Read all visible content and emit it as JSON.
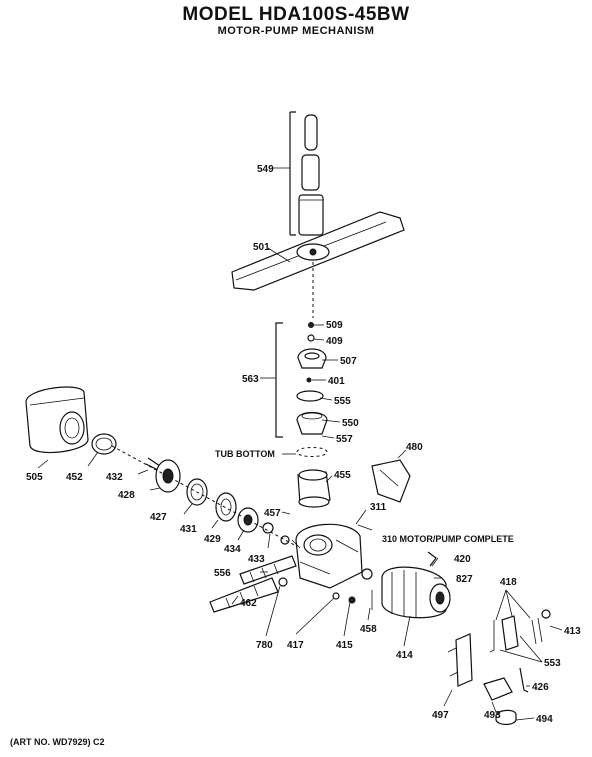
{
  "header": {
    "title": "MODEL HDA100S-45BW",
    "subtitle": "MOTOR-PUMP MECHANISM"
  },
  "callouts": {
    "tub_bottom": "TUB BOTTOM",
    "motor_pump_complete": "310 MOTOR/PUMP COMPLETE"
  },
  "parts": {
    "p549": "549",
    "p501": "501",
    "p509": "509",
    "p409": "409",
    "p507": "507",
    "p563": "563",
    "p401": "401",
    "p555": "555",
    "p550": "550",
    "p557": "557",
    "p480": "480",
    "p455": "455",
    "p505": "505",
    "p452": "452",
    "p432": "432",
    "p428": "428",
    "p427": "427",
    "p431": "431",
    "p429": "429",
    "p434": "434",
    "p457": "457",
    "p311": "311",
    "p433": "433",
    "p420": "420",
    "p556": "556",
    "p827": "827",
    "p418": "418",
    "p462": "462",
    "p413": "413",
    "p780": "780",
    "p417": "417",
    "p415": "415",
    "p458": "458",
    "p414": "414",
    "p553": "553",
    "p426": "426",
    "p497": "497",
    "p493": "493",
    "p494": "494"
  },
  "footer": {
    "art_no": "(ART NO. WD7929) C2"
  }
}
